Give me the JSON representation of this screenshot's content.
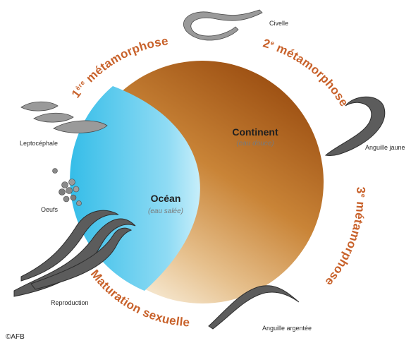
{
  "zones": {
    "continent": {
      "title": "Continent",
      "subtitle": "(eau douce)"
    },
    "ocean": {
      "title": "Océan",
      "subtitle": "(eau salée)"
    }
  },
  "arcs": {
    "m1_main": "1",
    "m1_sup": "ère",
    "m1_rest": " métamorphose",
    "m2_main": "2",
    "m2_sup": "e",
    "m2_rest": " métamorphose",
    "m3_main": "3",
    "m3_sup": "e",
    "m3_rest": " métamorphose",
    "maturation": "Maturation sexuelle"
  },
  "stages": {
    "civelle": "Civelle",
    "leptocephale": "Leptocéphale",
    "anguille_jaune": "Anguille jaune",
    "anguille_argentee": "Anguille argentée",
    "oeufs": "Oeufs",
    "reproduction": "Reproduction"
  },
  "credit": "©AFB",
  "colors": {
    "continent_dark": "#9c4f12",
    "continent_mid": "#d69a4f",
    "continent_light": "#f2dfc3",
    "ocean_bright": "#35bde8",
    "ocean_light": "#bfeaf8",
    "arc_text": "#c8612a"
  }
}
